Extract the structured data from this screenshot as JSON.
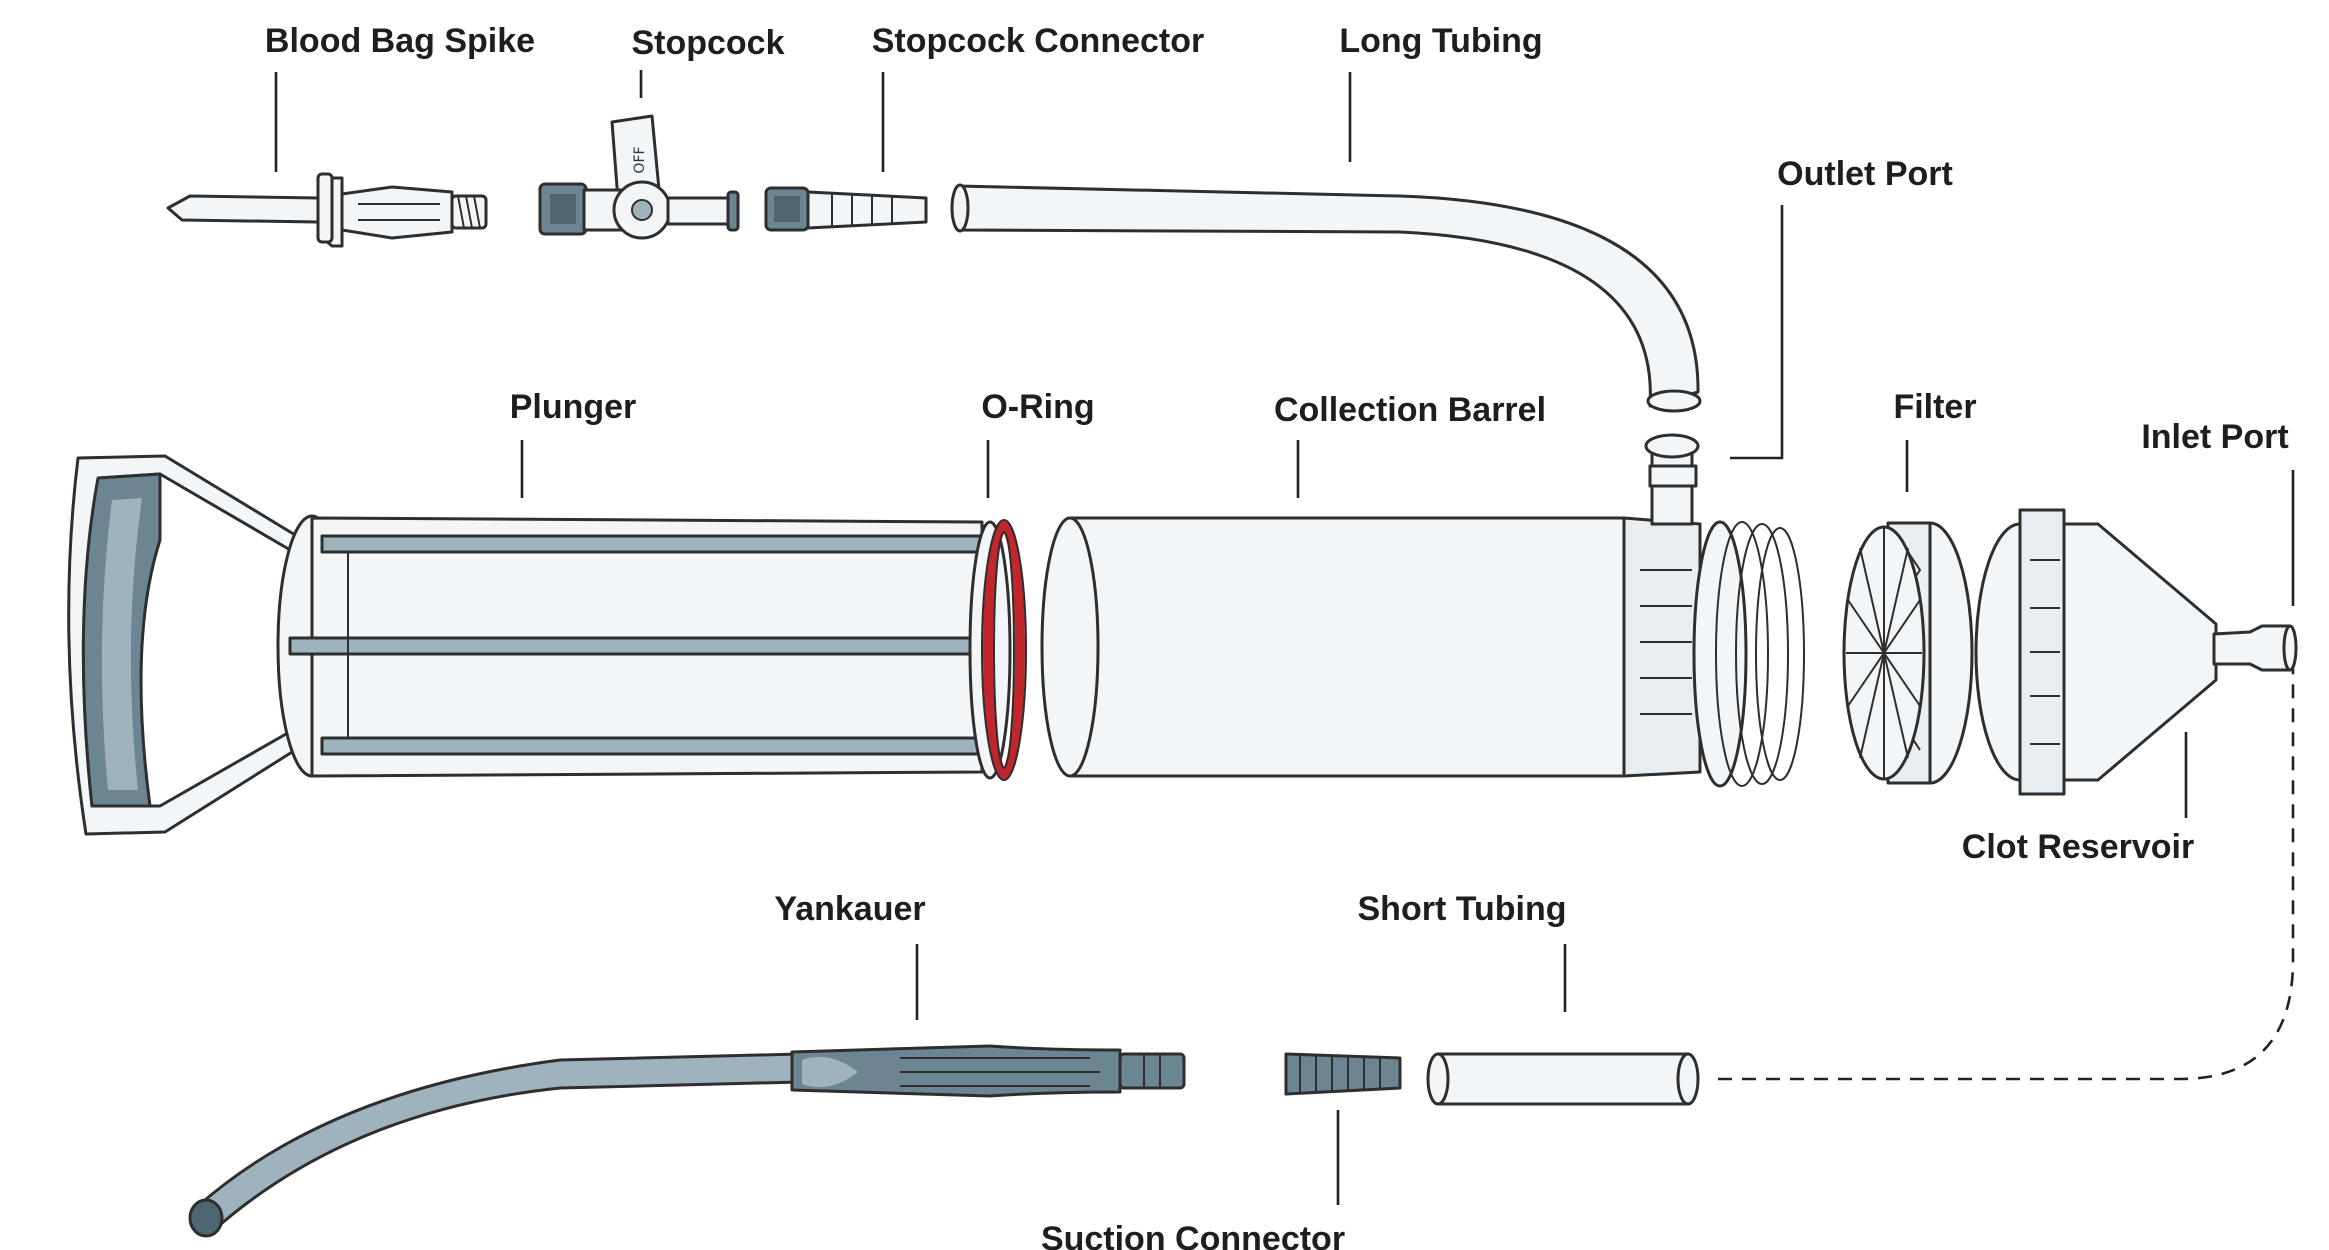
{
  "labels": {
    "blood_bag_spike": "Blood Bag Spike",
    "stopcock": "Stopcock",
    "stopcock_connector": "Stopcock Connector",
    "long_tubing": "Long Tubing",
    "outlet_port": "Outlet Port",
    "plunger": "Plunger",
    "o_ring": "O-Ring",
    "collection_barrel": "Collection Barrel",
    "filter": "Filter",
    "inlet_port": "Inlet Port",
    "clot_reservoir": "Clot Reservoir",
    "yankauer": "Yankauer",
    "short_tubing": "Short Tubing",
    "suction_connector": "Suction Connector"
  },
  "colors": {
    "line": "#2e2e2e",
    "clear_plastic": "#f3f6f8",
    "grey_plastic": "#6c8592",
    "o_ring": "#c0262c"
  }
}
